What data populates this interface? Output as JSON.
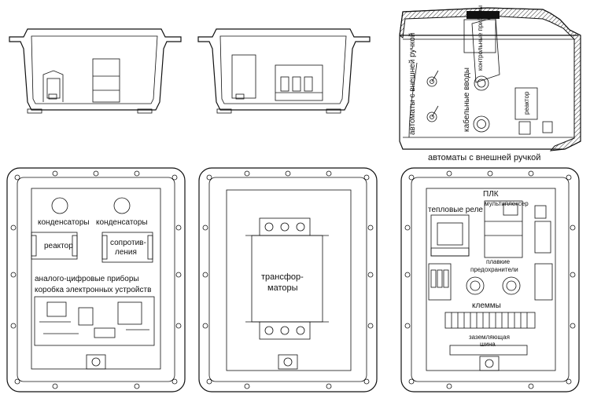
{
  "labels": {
    "top_right_side_breakers": "автоматы с внешней ручкой",
    "top_right_cable_entries": "кабельные вводы",
    "top_right_instruments": "контрольные приборы",
    "top_right_reactor": "реактор",
    "top_right_caption": "автоматы с внешней ручкой",
    "bl_capacitors_left": "конденсаторы",
    "bl_capacitors_right": "конденсаторы",
    "bl_reactor": "реактор",
    "bl_resistors_line1": "сопротив-",
    "bl_resistors_line2": "ления",
    "bl_instruments": "аналого-цифровые приборы",
    "bl_electronics_box": "коробка электронных устройств",
    "bm_transformers_line1": "трансфор-",
    "bm_transformers_line2": "маторы",
    "br_plc": "ПЛК",
    "br_multiplexer": "мультиплексер",
    "br_thermal_relay": "тепловые реле",
    "br_fuses_line1": "плавкие",
    "br_fuses_line2": "предохранители",
    "br_terminals": "клеммы",
    "br_ground_bus_line1": "заземляющая",
    "br_ground_bus_line2": "шина"
  }
}
